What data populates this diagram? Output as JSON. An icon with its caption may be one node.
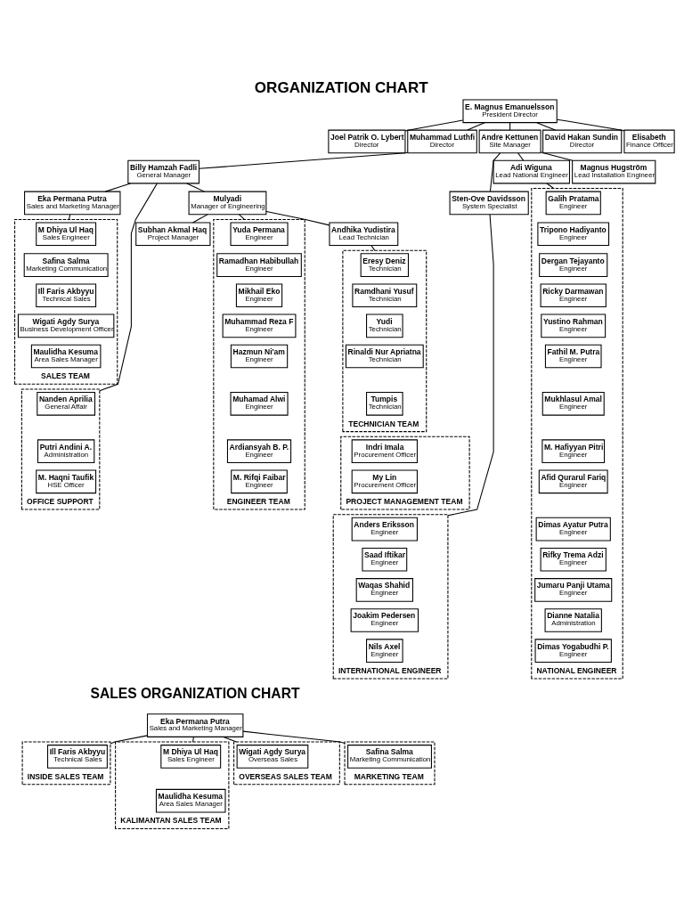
{
  "diagram": {
    "title": "ORGANIZATION CHART",
    "nodes": [
      {
        "text": [
          "E. Magnus Emanuelsson",
          "President Director"
        ]
      },
      {
        "text": [
          "Joel Patrik O. Lybert",
          "Director"
        ]
      },
      {
        "text": [
          "Muhammad Luthfi",
          "Director"
        ]
      },
      {
        "text": [
          "David Hakan Sundin",
          "Director"
        ]
      },
      {
        "text": [
          "Andre Kettunen",
          "Site Manager"
        ]
      },
      {
        "text": [
          "Billy Hamzah Fadli",
          "General Manager"
        ]
      },
      {
        "text": [
          "Elisabeth",
          "Finance Officer"
        ]
      },
      {
        "text": [
          "Magnus Hugström",
          "Lead Installation Engineer"
        ]
      },
      {
        "text": [
          "Mulyadi",
          "Manager of Engineering"
        ]
      },
      {
        "text": [
          "Eka Permana Putra",
          "Sales and Marketing Manager"
        ]
      },
      {
        "text": [
          "Sten-Ove Davidsson",
          "System Specialist"
        ]
      },
      {
        "text": [
          "Adi Wiguna",
          "Lead National Engineer"
        ]
      },
      {
        "text": [
          "Andhika Yudistira",
          "Lead Technician"
        ]
      },
      {
        "text": [
          "Subhan Akmal Haq",
          "Project Manager"
        ]
      },
      {
        "text": [
          "INTERNATIONAL ENGINEER"
        ]
      },
      {
        "text": [
          "Anders Eriksson",
          "Engineer"
        ],
        "in": 14
      },
      {
        "text": [
          "Saad Iftikar",
          "Engineer"
        ],
        "in": 14
      },
      {
        "text": [
          "Waqas Shahid",
          "Engineer"
        ],
        "in": 14
      },
      {
        "text": [
          "Joakim Pedersen",
          "Engineer"
        ],
        "in": 14
      },
      {
        "text": [
          "Nils Axel",
          "Engineer"
        ],
        "in": 14
      },
      {
        "text": [
          "NATIONAL ENGINEER"
        ]
      },
      {
        "text": [
          "Galih Pratama",
          "Engineer"
        ],
        "in": 20
      },
      {
        "text": [
          "Tripono Hadiyanto",
          "Engineer"
        ],
        "in": 20
      },
      {
        "text": [
          "Dergan Tejayanto",
          "Engineer"
        ],
        "in": 20
      },
      {
        "text": [
          "Ricky Darmawan",
          "Engineer"
        ],
        "in": 20
      },
      {
        "text": [
          "Yustino Rahman",
          "Engineer"
        ],
        "in": 20
      },
      {
        "text": [
          "Fathil M. Putra",
          "Engineer"
        ],
        "in": 20
      },
      {
        "text": [
          "Mukhlasul Amal",
          "Engineer"
        ],
        "in": 20
      },
      {
        "text": [
          "M. Hafiyyan Pitri",
          "Engineer"
        ],
        "in": 20
      },
      {
        "text": [
          "Afid Qurarul Fariq",
          "Engineer"
        ],
        "in": 20
      },
      {
        "text": [
          "Dimas Ayatur Putra",
          "Engineer"
        ],
        "in": 20
      },
      {
        "text": [
          "Rifky Trema Adzi",
          "Engineer"
        ],
        "in": 20
      },
      {
        "text": [
          "Jumaru Panji Utama",
          "Engineer"
        ],
        "in": 20
      },
      {
        "text": [
          "Dianne Natalia",
          "Administration"
        ],
        "in": 20
      },
      {
        "text": [
          "Dimas Yogabudhi P.",
          "Engineer"
        ],
        "in": 20
      },
      {
        "text": [
          "ENGINEER TEAM"
        ]
      },
      {
        "text": [
          "Yuda Permana",
          "Engineer"
        ],
        "in": 35
      },
      {
        "text": [
          "Ramadhan Habibullah",
          "Engineer"
        ],
        "in": 35
      },
      {
        "text": [
          "Mikhail Eko",
          "Engineer"
        ],
        "in": 35
      },
      {
        "text": [
          "Muhammad Reza F",
          "Engineer"
        ],
        "in": 35
      },
      {
        "text": [
          "Hazmun Ni'am",
          "Engineer"
        ],
        "in": 35
      },
      {
        "text": [
          "Muhamad Alwi",
          "Engineer"
        ],
        "in": 35
      },
      {
        "text": [
          "Ardiansyah B. P.",
          "Engineer"
        ],
        "in": 35
      },
      {
        "text": [
          "M. Rifqi Faibar",
          "Engineer"
        ],
        "in": 35
      },
      {
        "text": [
          "TECHNICIAN TEAM"
        ]
      },
      {
        "text": [
          "Eresy Deniz",
          "Technician"
        ],
        "in": 44
      },
      {
        "text": [
          "Ramdhani Yusuf",
          "Technician"
        ],
        "in": 44
      },
      {
        "text": [
          "Yudi",
          "Technician"
        ],
        "in": 44
      },
      {
        "text": [
          "Rinaldi Nur Apriatna",
          "Technician"
        ],
        "in": 44
      },
      {
        "text": [
          "Tumpis",
          "Technician"
        ],
        "in": 44
      },
      {
        "text": [
          "PROJECT MANAGEMENT TEAM"
        ]
      },
      {
        "text": [
          "Indri Imala",
          "Procurement Officer"
        ],
        "in": 50
      },
      {
        "text": [
          "My Lin",
          "Procurement Officer"
        ],
        "in": 50
      },
      {
        "text": [
          "OFFICE SUPPORT"
        ]
      },
      {
        "text": [
          "Nanden Aprilia",
          "General Affair"
        ],
        "in": 53
      },
      {
        "text": [
          "Putri Andini A.",
          "Administration"
        ],
        "in": 53
      },
      {
        "text": [
          "M. Haqni Taufik",
          "HSE Officer"
        ],
        "in": 53
      },
      {
        "text": [
          "SALES TEAM"
        ]
      },
      {
        "text": [
          "M Dhiya Ul Haq",
          "Sales Engineer"
        ],
        "in": 57
      },
      {
        "text": [
          "Safina Salma",
          "Marketing Communication"
        ],
        "in": 57
      },
      {
        "text": [
          "Ill Faris Akbyyu",
          "Technical Sales"
        ],
        "in": 57
      },
      {
        "text": [
          "Wigati Agdy Surya",
          "Business Development Officer"
        ],
        "in": 57
      },
      {
        "text": [
          "Maulidha Kesuma",
          "Area Sales Manager"
        ],
        "in": 57
      },
      {
        "text": [
          "Eka Permana Putra",
          "Sales and Marketing Manager"
        ]
      },
      {
        "text": [
          "INSIDE SALES TEAM"
        ]
      },
      {
        "text": [
          "Ill Faris Akbyyu",
          "Technical Sales"
        ],
        "in": 64
      },
      {
        "text": [
          "KALIMANTAN SALES TEAM"
        ]
      },
      {
        "text": [
          "M Dhiya Ul Haq",
          "Sales Engineer"
        ],
        "in": 66
      },
      {
        "text": [
          "Maulidha Kesuma",
          "Area Sales Manager"
        ],
        "in": 66
      },
      {
        "text": [
          "OVERSEAS SALES TEAM"
        ]
      },
      {
        "text": [
          "Wigati Agdy Surya",
          "Overseas Sales"
        ],
        "in": 69
      },
      {
        "text": [
          "MARKETING TEAM"
        ]
      },
      {
        "text": [
          "Safina Salma",
          "Marketing Communication"
        ],
        "in": 71
      }
    ],
    "edges": [
      {
        "from": 0,
        "to": 4,
        "arrow": "none"
      },
      {
        "from": 0,
        "to": 1,
        "arrow": "none"
      },
      {
        "from": 0,
        "to": 2,
        "arrow": "none"
      },
      {
        "from": 0,
        "to": 3,
        "arrow": "none"
      },
      {
        "from": 0,
        "to": 6,
        "arrow": "none"
      },
      {
        "from": 2,
        "to": 5,
        "arrow": "none"
      },
      {
        "from": 4,
        "to": 7,
        "arrow": "none"
      },
      {
        "from": 4,
        "to": 10,
        "arrow": "none"
      },
      {
        "from": 4,
        "to": 11,
        "arrow": "none"
      },
      {
        "from": 5,
        "to": 8,
        "arrow": "none"
      },
      {
        "from": 5,
        "to": 9,
        "arrow": "none"
      },
      {
        "from": 5,
        "to": 53,
        "arrow": "none"
      },
      {
        "from": 8,
        "to": 35,
        "arrow": "none"
      },
      {
        "from": 8,
        "to": 12,
        "arrow": "none"
      },
      {
        "from": 8,
        "to": 13,
        "arrow": "none"
      },
      {
        "from": 12,
        "to": 44,
        "arrow": "none"
      },
      {
        "from": 10,
        "to": 14,
        "arrow": "none"
      },
      {
        "from": 11,
        "to": 20,
        "arrow": "none"
      },
      {
        "from": 9,
        "to": 57,
        "arrow": "none"
      },
      {
        "from": 63,
        "to": 64,
        "arrow": "none"
      },
      {
        "from": 63,
        "to": 66,
        "arrow": "none"
      },
      {
        "from": 63,
        "to": 69,
        "arrow": "none"
      },
      {
        "from": 63,
        "to": 71,
        "arrow": "none"
      }
    ],
    "labels": [
      "SALES ORGANIZATION CHART"
    ]
  }
}
